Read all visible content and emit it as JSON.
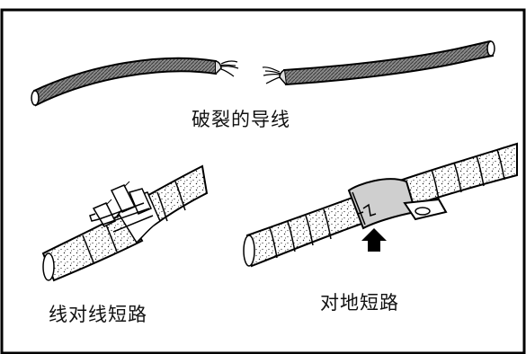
{
  "labels": {
    "broken_wire": "破裂的导线",
    "wire_to_wire_short": "线对线短路",
    "short_to_ground": "对地短路"
  }
}
